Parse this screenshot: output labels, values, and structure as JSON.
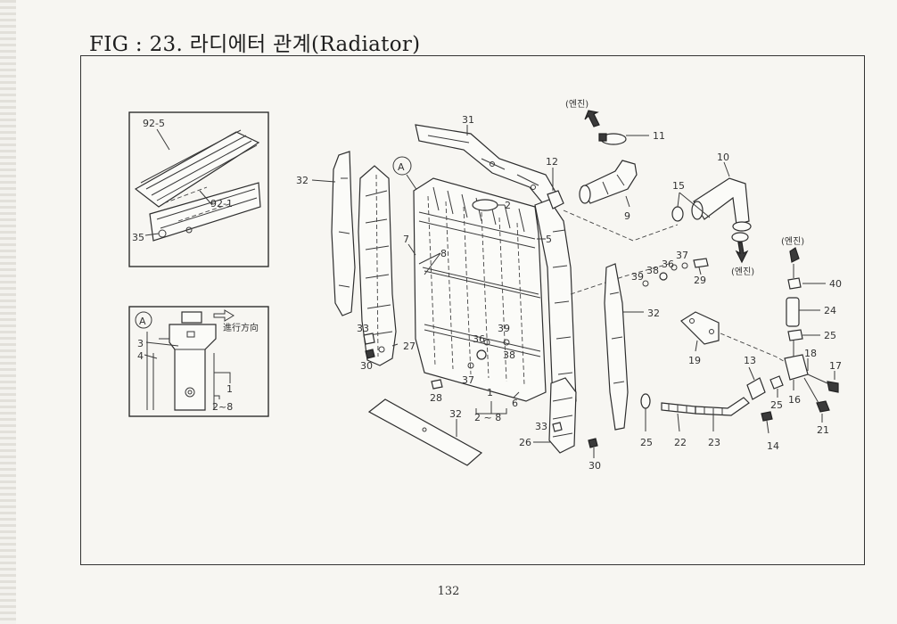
{
  "figure": {
    "title": "FIG : 23. 라디에터 관계(Radiator)",
    "page_number": "132"
  },
  "inset_top": {
    "labels": {
      "l92_5": "92-5",
      "l92_1": "92-1",
      "l35": "35"
    }
  },
  "inset_a": {
    "view_label": "A",
    "direction_text": "進行方向",
    "labels": {
      "l3": "3",
      "l4": "4",
      "l1": "1",
      "l2_8": "2~8"
    }
  },
  "callouts": {
    "engine_text": "(엔진)",
    "view_a": "A",
    "p31": "31",
    "p32_left": "32",
    "p2": "2",
    "p12": "12",
    "p11": "11",
    "p10": "10",
    "p9": "9",
    "p15": "15",
    "p7": "7",
    "p8": "8",
    "p5": "5",
    "p37_top": "37",
    "p36_top": "36",
    "p38_top": "38",
    "p39_top": "39",
    "p29": "29",
    "p40": "40",
    "p24": "24",
    "p25_right": "25",
    "p32_mid": "32",
    "p19": "19",
    "p13": "13",
    "p18": "18",
    "p17": "17",
    "p16": "16",
    "p25_low": "25",
    "p21": "21",
    "p14": "14",
    "p33_left": "33",
    "p30_left": "30",
    "p27": "27",
    "p39_mid": "39",
    "p36_mid": "36",
    "p38_mid": "38",
    "p37_mid": "37",
    "p6": "6",
    "p28": "28",
    "p1": "1",
    "p2_8": "2 ~ 8",
    "p32_bottom": "32",
    "p33_bottom": "33",
    "p26": "26",
    "p30_bottom": "30",
    "p25_bottom": "25",
    "p22": "22",
    "p23": "23"
  }
}
